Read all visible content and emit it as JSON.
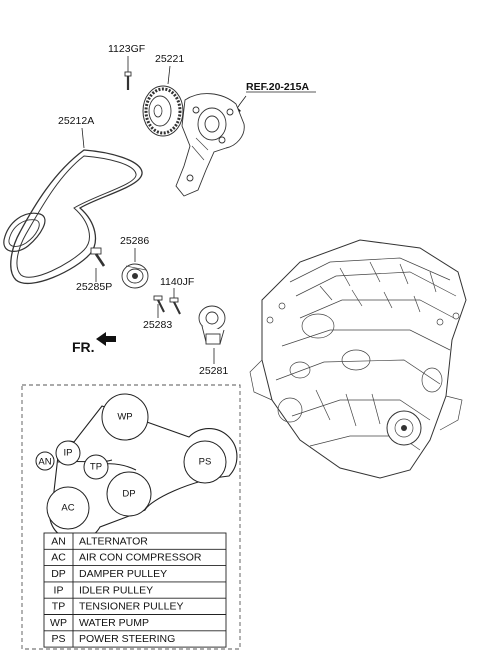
{
  "labels": {
    "bolt_top": "1123GF",
    "pulley_wp": "25221",
    "ref": "REF.20-215A",
    "belt": "25212A",
    "idler": "25286",
    "idler_bolt": "25285P",
    "tensioner_bolt_a": "1140JF",
    "tensioner_bolt_b": "25283",
    "tensioner": "25281",
    "front": "FR."
  },
  "pulleys": {
    "wp": "WP",
    "an": "AN",
    "ip": "IP",
    "tp": "TP",
    "dp": "DP",
    "ac": "AC",
    "ps": "PS"
  },
  "legend": [
    {
      "code": "AN",
      "name": "ALTERNATOR"
    },
    {
      "code": "AC",
      "name": "AIR CON COMPRESSOR"
    },
    {
      "code": "DP",
      "name": "DAMPER PULLEY"
    },
    {
      "code": "IP",
      "name": "IDLER PULLEY"
    },
    {
      "code": "TP",
      "name": "TENSIONER PULLEY"
    },
    {
      "code": "WP",
      "name": "WATER PUMP"
    },
    {
      "code": "PS",
      "name": "POWER STEERING"
    }
  ]
}
